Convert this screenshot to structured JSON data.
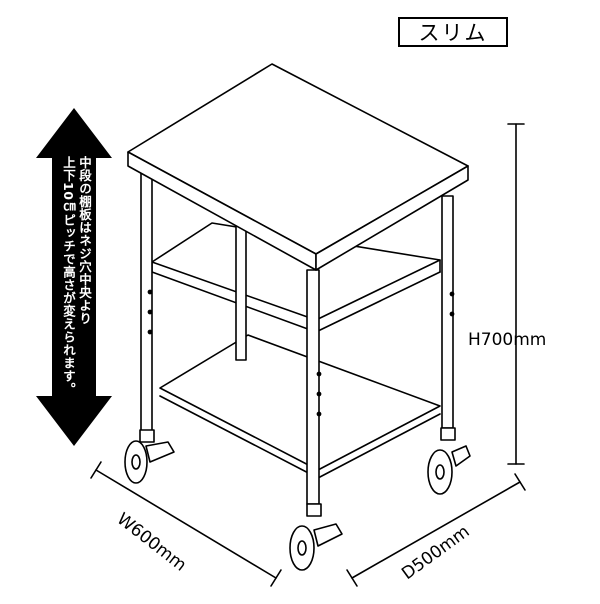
{
  "variant_label": "スリム",
  "shelf_note": {
    "line1": "中段の棚板はネジ穴中央より",
    "line2": "上下10㎝ピッチで高さが変えられます。"
  },
  "dimensions": {
    "height": "H700mm",
    "width": "W600mm",
    "depth": "D500mm"
  }
}
